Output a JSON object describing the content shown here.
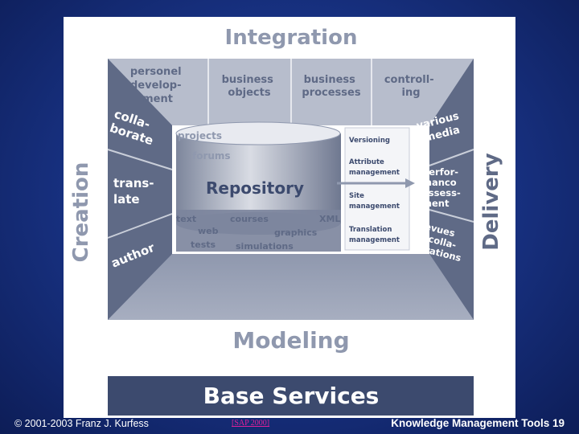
{
  "figure": {
    "top": "Integration",
    "integration_cells": [
      [
        "personel",
        "develop-",
        "ment"
      ],
      [
        "business",
        "objects"
      ],
      [
        "business",
        "processes"
      ],
      [
        "controll-",
        "ing"
      ]
    ],
    "left_side": "Creation",
    "left_cells": [
      [
        "colla-",
        "borate"
      ],
      [
        "trans-",
        "late"
      ],
      [
        "author"
      ]
    ],
    "right_side": "Delivery",
    "right_cells": [
      [
        "various",
        "media"
      ],
      [
        "perfor-",
        "manco",
        "assess-",
        "ment"
      ],
      [
        "Revues",
        "of colla-",
        "borations"
      ]
    ],
    "repository": "Repository",
    "repo_top_words": [
      "projects",
      "forums"
    ],
    "repo_bottom_words": [
      "text",
      "courses",
      "XML",
      "web",
      "graphics",
      "tests",
      "simulations"
    ],
    "management": [
      [
        "Versioning"
      ],
      [
        "Attribute",
        "management"
      ],
      [
        "Site",
        "management"
      ],
      [
        "Translation",
        "management"
      ]
    ],
    "bottom": "Modeling",
    "base": "Base Services"
  },
  "footer": {
    "copyright": "© 2001-2003 Franz J. Kurfess",
    "reference": "[SAP 2000]",
    "title": "Knowledge Management Tools 19"
  },
  "colors": {
    "background": "#17307f",
    "panel_dark": "#5f6a86",
    "panel_mid": "#8f98ae",
    "panel_light": "#c3c8d4",
    "base_bar": "#3c4a6e",
    "footer_ref": "#e0209a"
  }
}
